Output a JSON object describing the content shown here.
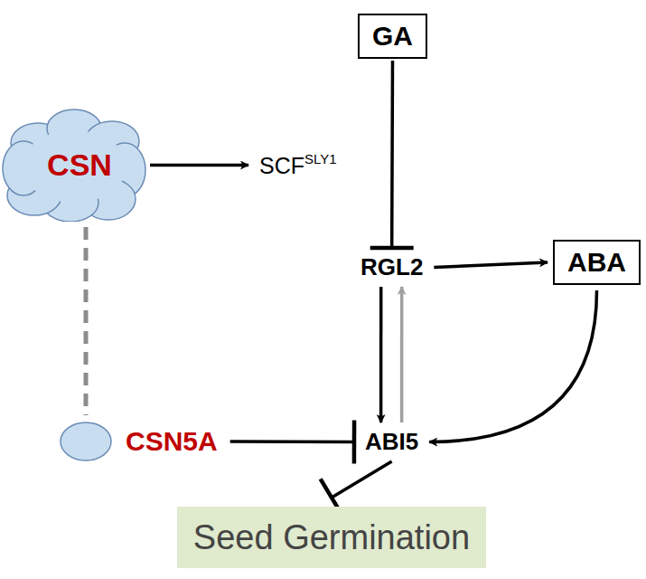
{
  "diagram": {
    "nodes": [
      {
        "text": [
          "GA"
        ]
      },
      {
        "text": [
          "CSN"
        ]
      },
      {
        "text": [
          "SCF",
          "SLY1"
        ]
      },
      {
        "text": [
          "RGL2"
        ]
      },
      {
        "text": [
          "ABA"
        ]
      },
      {
        "text": [
          "CSN5A"
        ]
      },
      {
        "text": [
          "ABI5"
        ]
      },
      {
        "text": [
          "Seed Germination"
        ]
      }
    ],
    "edges": [
      {
        "from": 1,
        "to": 2,
        "arrow": "to"
      },
      {
        "from": 0,
        "to": 3,
        "arrow": "to"
      },
      {
        "from": 3,
        "to": 4,
        "arrow": "to"
      },
      {
        "from": 3,
        "to": 6,
        "arrow": "to"
      },
      {
        "from": 6,
        "to": 3,
        "arrow": "to"
      },
      {
        "from": 4,
        "to": 6,
        "arrow": "to"
      },
      {
        "from": 5,
        "to": 6,
        "arrow": "to"
      },
      {
        "from": 6,
        "to": 7,
        "arrow": "to"
      },
      {
        "from": 1,
        "to": 5,
        "arrow": "none"
      }
    ]
  }
}
